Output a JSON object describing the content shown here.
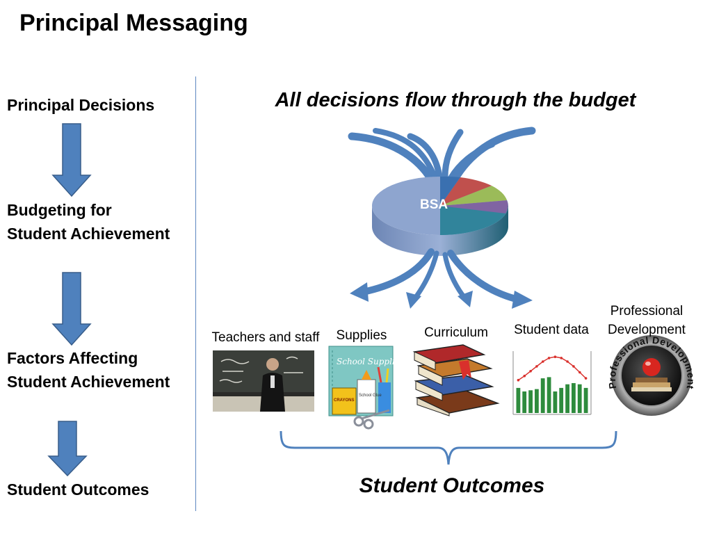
{
  "title": "Principal Messaging",
  "flow": {
    "steps": [
      "Principal Decisions",
      "Budgeting for\nStudent Achievement",
      "Factors Affecting\nStudent Achievement",
      "Student Outcomes"
    ]
  },
  "diagram": {
    "headline": "All decisions flow through the budget",
    "pie_label": "BSA",
    "factors": [
      "Teachers and staff",
      "Supplies",
      "Curriculum",
      "Student data",
      "Professional\nDevelopment"
    ],
    "icon_texts": {
      "supplies": "School Supplies",
      "crayons": "CRAYONS",
      "glue": "School Glue",
      "pro_dev": "Professional Development"
    },
    "outcome": "Student Outcomes"
  },
  "colors": {
    "arrow_blue": "#4f81bd",
    "pie_main": "#8ea5cf",
    "pie_teal": "#31849b",
    "pie_green": "#9bbb59",
    "pie_red": "#c0504d",
    "pie_purple": "#8064a2",
    "bar_green": "#2e8b3d",
    "line_red": "#d9302c"
  }
}
